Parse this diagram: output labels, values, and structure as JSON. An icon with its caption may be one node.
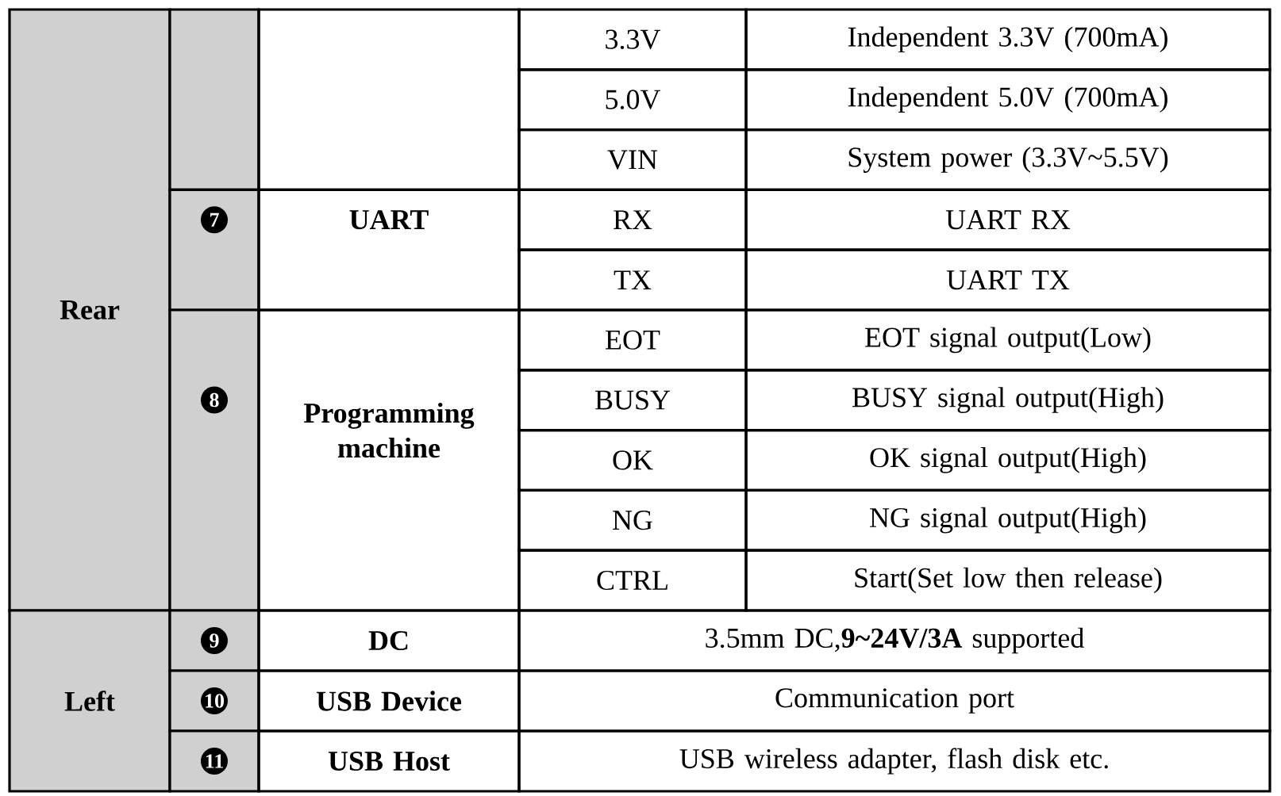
{
  "diagram": {
    "labels": [
      "Rear",
      "3.3V",
      "Independent 3.3V (700mA)",
      "5.0V",
      "Independent 5.0V (700mA)",
      "VIN",
      "System power (3.3V~5.5V)",
      "7",
      "UART",
      "RX",
      "UART RX",
      "TX",
      "UART TX",
      "8",
      "Programming machine",
      "EOT",
      "EOT signal output(Low)",
      "BUSY",
      "BUSY signal output(High)",
      "OK",
      "OK signal output(High)",
      "NG",
      "NG signal output(High)",
      "CTRL",
      "Start(Set low then release)",
      "Left",
      "9",
      "DC",
      "3.5mm DC,**9~24V/3A** supported",
      "10",
      "USB Device",
      "Communication port",
      "11",
      "USB Host",
      "USB wireless adapter, flash disk etc."
    ]
  }
}
